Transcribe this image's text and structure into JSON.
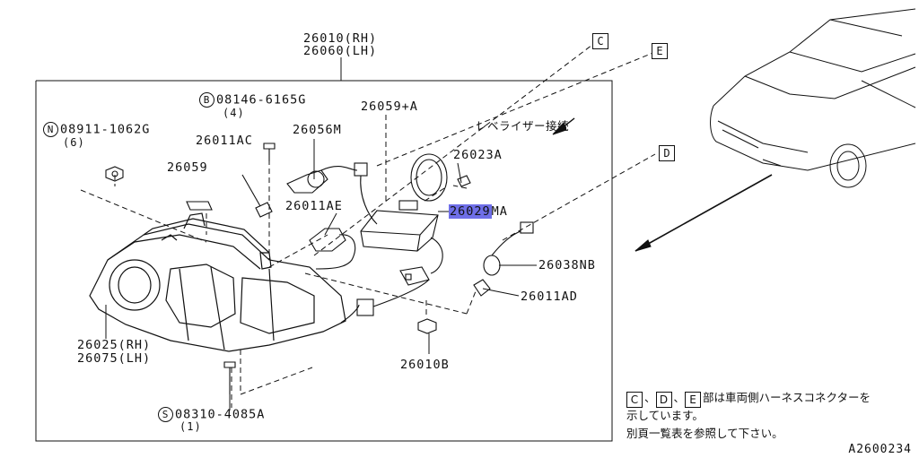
{
  "labels": {
    "l26010": "26010(RH)",
    "l26060": "26060(LH)",
    "bolt_ref": "08146-6165G",
    "bolt_ref_qty": "(4)",
    "bolt_ref_prefix": "B",
    "nut_ref": "08911-1062G",
    "nut_ref_qty": "(6)",
    "nut_ref_prefix": "N",
    "l26059A": "26059+A",
    "l26011AC": "26011AC",
    "l26056M": "26056M",
    "l26059": "26059",
    "l26011AE": "26011AE",
    "l26023A": "26023A",
    "l26029MA_hl": "26029",
    "l26029MA_rest": "MA",
    "l26038NB": "26038NB",
    "l26011AD": "26011AD",
    "l26025": "26025(RH)",
    "l26075": "26075(LH)",
    "l26010B": "26010B",
    "screw_ref": "08310-4085A",
    "screw_ref_qty": "(1)",
    "screw_ref_prefix": "S",
    "leveler_note": "レベライザー接続",
    "conn_C": "C",
    "conn_D": "D",
    "conn_E": "E"
  },
  "legend": {
    "line1_suffix": "部は車両側ハーネスコネクターを",
    "line2": "示しています。",
    "line3": "別頁一覧表を参照して下さい。",
    "sep": "、"
  },
  "figure_code": "A2600234",
  "colors": {
    "highlight": "#6f6fe8",
    "ink": "#111111"
  }
}
